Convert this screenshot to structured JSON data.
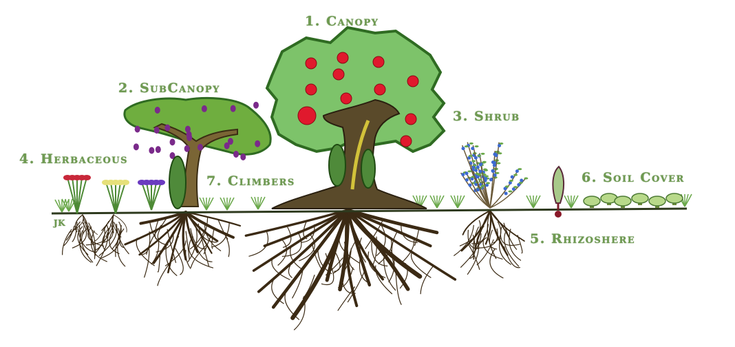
{
  "layers": [
    {
      "label": "1. Canopy"
    },
    {
      "label": "2. SubCanopy"
    },
    {
      "label": "3. Shrub"
    },
    {
      "label": "4. Herbaceous"
    },
    {
      "label": "5. Rhizoshere"
    },
    {
      "label": "6. Soil Cover"
    },
    {
      "label": "7. Climbers"
    }
  ],
  "signature": "JK",
  "colors": {
    "label": "#6f9a52",
    "ground_line": "#2e3a1e",
    "canopy_foliage": "#7dc36a",
    "subcanopy_foliage": "#6fae3f",
    "trunk": "#5a4a2a",
    "roots": "#3b2a14",
    "apples": "#e0192d",
    "plums": "#7a2a8a",
    "shrub_berries": "#3d6bd1",
    "mushrooms": "#b8d98a"
  }
}
